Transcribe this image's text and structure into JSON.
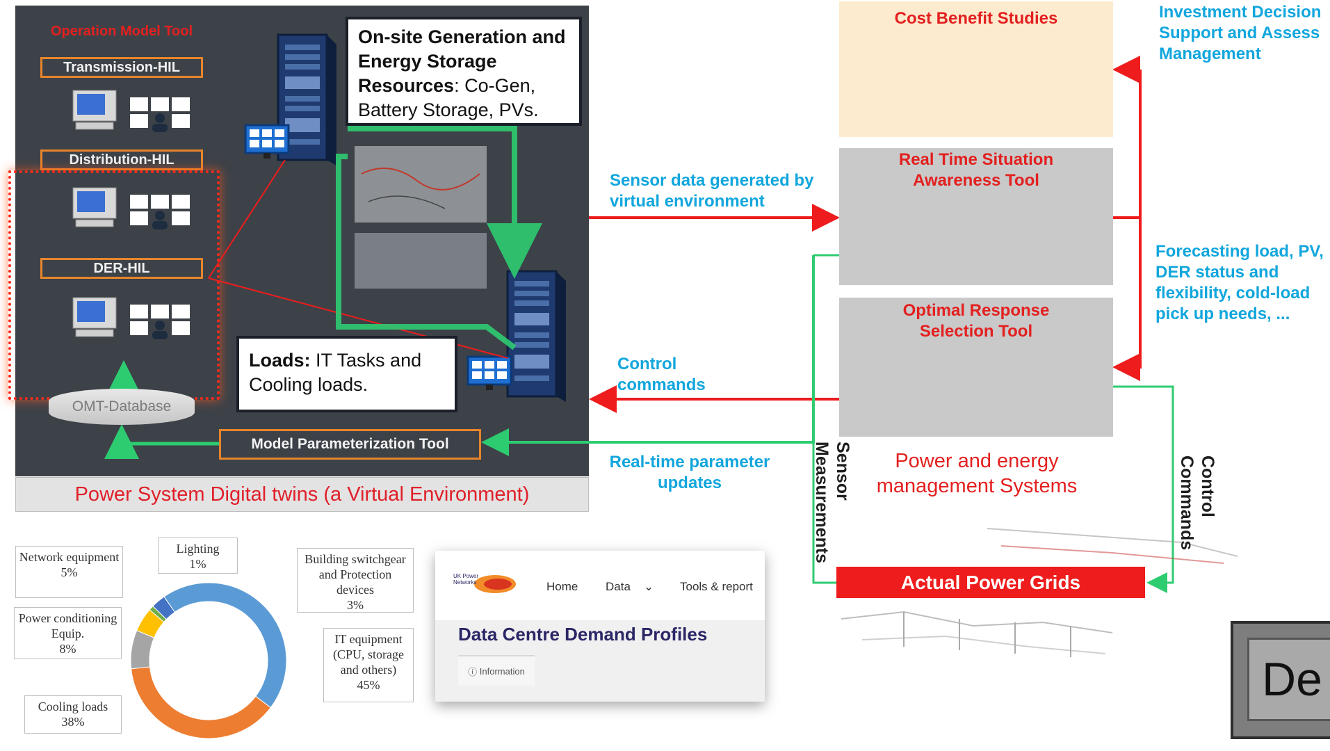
{
  "virtual_environment": {
    "operation_model_tool": "Operation Model Tool",
    "transmission_hil": "Transmission-HIL",
    "distribution_hil": "Distribution-HIL",
    "der_hil": "DER-HIL",
    "database": "OMT-Database",
    "model_parameterization": "Model  Parameterization  Tool",
    "footer": "Power System Digital twins (a Virtual Environment)",
    "onsite_callout": {
      "bold": "On-site Generation and Energy Storage Resources",
      "text": ": Co-Gen, Battery Storage, PVs."
    },
    "loads_callout": {
      "bold": "Loads:",
      "text": " IT Tasks and Cooling loads."
    }
  },
  "flows": {
    "sensor_data": "Sensor data generated by virtual environment",
    "control_commands": "Control commands",
    "realtime_updates": "Real-time parameter updates",
    "investment": "Investment Decision Support and Assess Management",
    "forecasting": "Forecasting load, PV, DER status and flexibility, cold-load pick up needs, ...",
    "sensor_measurements": "Sensor Measurements",
    "control_commands_vertical": "Control Commands"
  },
  "tools": {
    "cost_benefit": "Cost Benefit Studies",
    "real_time": "Real Time Situation Awareness Tool",
    "optimal_response": "Optimal Response Selection Tool",
    "pems": "Power and energy management Systems",
    "actual_grids": "Actual Power Grids"
  },
  "ukpn": {
    "logo_text": "UK Power Networks",
    "nav": [
      "Home",
      "Data",
      "Tools & report"
    ],
    "title": "Data Centre Demand Profiles",
    "tab": "Information"
  },
  "key_text": "De",
  "colors": {
    "panel": "#3d4248",
    "accent_red": "#ee1c1c",
    "accent_blue": "#11a6dd",
    "accent_green": "#2ecc71",
    "hil_border": "#e8852b"
  },
  "chart_data": {
    "type": "pie",
    "title": "",
    "categories": [
      "IT equipment (CPU, storage and others)",
      "Cooling loads",
      "Power conditioning Equip.",
      "Network equipment",
      "Lighting",
      "Building switchgear and Protection devices"
    ],
    "values": [
      45,
      38,
      8,
      5,
      1,
      3
    ],
    "colors": [
      "#5b9bd5",
      "#ed7d31",
      "#a5a5a5",
      "#ffc000",
      "#70ad47",
      "#4472c4"
    ],
    "labels": [
      {
        "name": "IT equipment (CPU, storage and others)",
        "pct": "45%"
      },
      {
        "name": "Cooling loads",
        "pct": "38%"
      },
      {
        "name": "Power conditioning Equip.",
        "pct": "8%"
      },
      {
        "name": "Network equipment",
        "pct": "5%"
      },
      {
        "name": "Lighting",
        "pct": "1%"
      },
      {
        "name": "Building switchgear and Protection devices",
        "pct": "3%"
      }
    ]
  }
}
